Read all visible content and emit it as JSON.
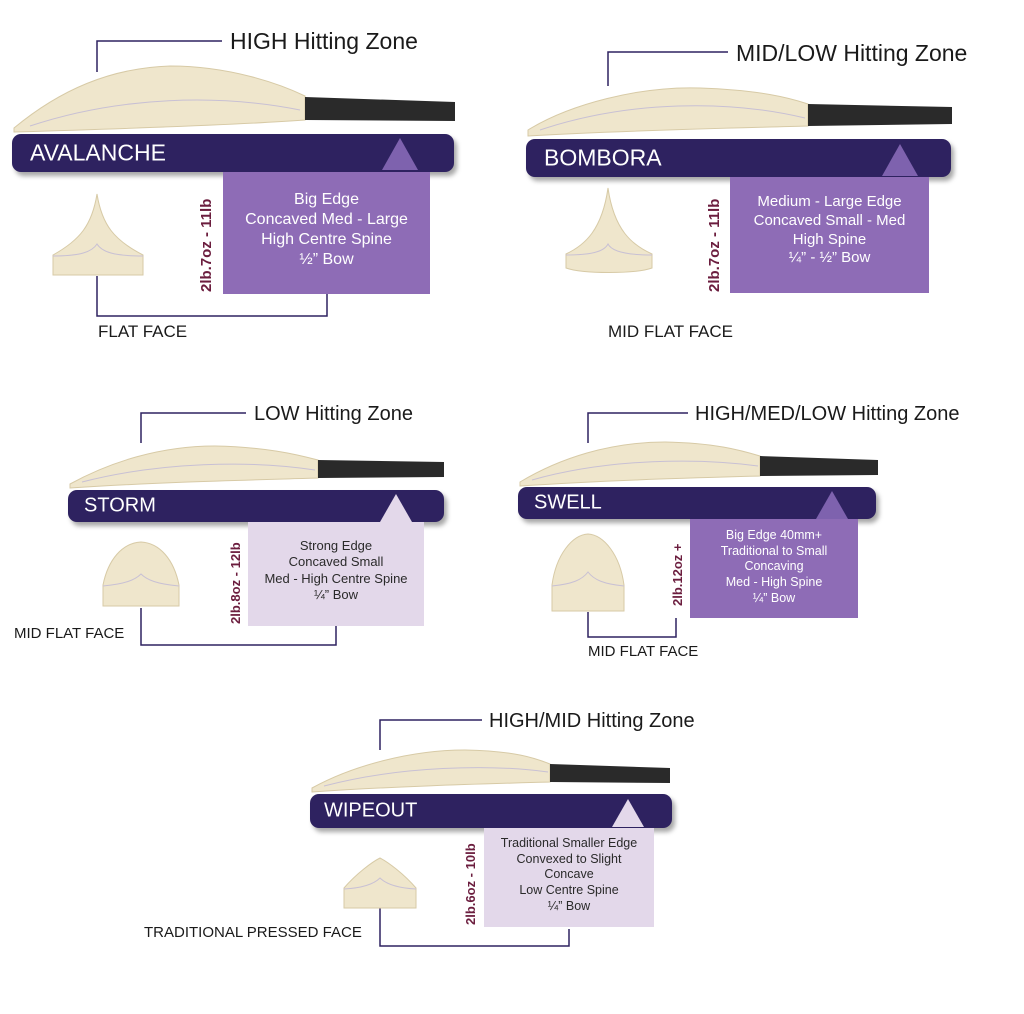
{
  "bats": [
    {
      "id": "avalanche",
      "name": "AVALANCHE",
      "zone": "HIGH Hitting Zone",
      "weight": "2lb.7oz - 11lb",
      "face": "FLAT FACE",
      "specs": [
        "Big Edge",
        "Concaved Med - Large",
        "High Centre Spine",
        "½” Bow"
      ]
    },
    {
      "id": "bombora",
      "name": "BOMBORA",
      "zone": "MID/LOW Hitting Zone",
      "weight": "2lb.7oz - 11lb",
      "face": "MID FLAT FACE",
      "specs": [
        "Medium - Large Edge",
        "Concaved Small - Med",
        "High Spine",
        "¼” - ½” Bow"
      ]
    },
    {
      "id": "storm",
      "name": "STORM",
      "zone": "LOW Hitting Zone",
      "weight": "2lb.8oz - 12lb",
      "face": "MID FLAT FACE",
      "specs": [
        "Strong Edge",
        "Concaved Small",
        "Med - High Centre Spine",
        "¼” Bow"
      ]
    },
    {
      "id": "swell",
      "name": "SWELL",
      "zone": "HIGH/MED/LOW Hitting Zone",
      "weight": "2lb.12oz +",
      "face": "MID FLAT FACE",
      "specs": [
        "Big Edge 40mm+",
        "Traditional to Small",
        "Concaving",
        "Med - High Spine",
        "¼” Bow"
      ]
    },
    {
      "id": "wipeout",
      "name": "WIPEOUT",
      "zone": "HIGH/MID Hitting Zone",
      "weight": "2lb.6oz - 10lb",
      "face": "TRADITIONAL PRESSED FACE",
      "specs": [
        "Traditional Smaller Edge",
        "Convexed to Slight",
        "Concave",
        "Low Centre Spine",
        "¼” Bow"
      ]
    }
  ],
  "colors": {
    "navy_bar": "#2e2260",
    "purple_box": "#8e6cb6",
    "lavender_box": "#e3d8ea",
    "triangle_dark": "#7e62ae",
    "triangle_light": "#e3d8ea",
    "willow": "#efe6cc",
    "handle": "#2a2a2a",
    "weight_text": "#6b1d3e",
    "leader_line": "#2e2260"
  }
}
